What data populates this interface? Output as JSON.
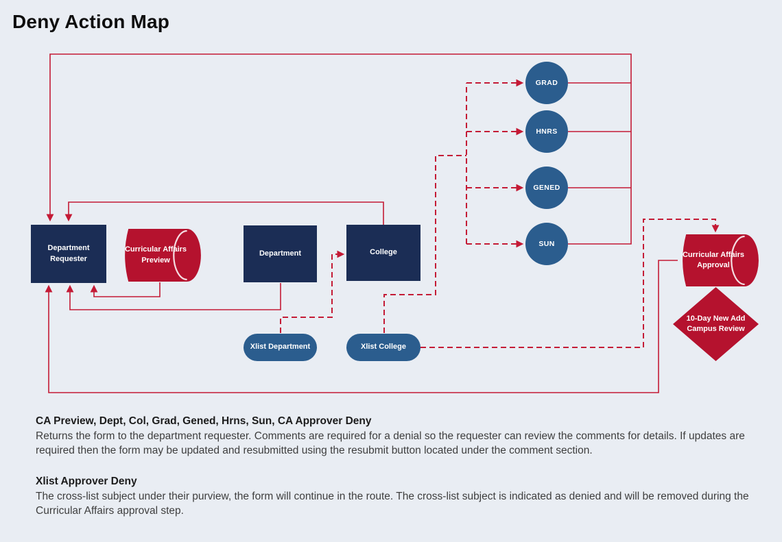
{
  "title": "Deny Action Map",
  "diagram": {
    "nodes": {
      "department_requester": "Department Requester",
      "ca_preview": "Curricular Affairs Preview",
      "department": "Department",
      "college": "College",
      "grad": "GRAD",
      "hnrs": "HNRS",
      "gened": "GENED",
      "sun": "SUN",
      "xlist_department": "Xlist Department",
      "xlist_college": "Xlist College",
      "ca_approval": "Curricular Affairs Approval",
      "campus_review": "10-Day New Add Campus Review"
    },
    "colors": {
      "navy_box": "#1b2d55",
      "steel_blue": "#2b5d8e",
      "crimson_shape": "#b5122e",
      "line_red": "#c41a35",
      "background": "#e9edf3",
      "label_text": "#ffffff"
    },
    "line_styles": {
      "solid": "deny return path",
      "dashed": "route continuation path"
    }
  },
  "notes": [
    {
      "heading": "CA Preview, Dept, Col, Grad, Gened, Hrns, Sun, CA Approver Deny",
      "body": "Returns the form to the department requester. Comments are required for a denial so the requester can review the comments for details. If updates are required then the form may be updated and resubmitted using the resubmit button located under the comment section."
    },
    {
      "heading": "Xlist Approver Deny",
      "body": "The cross-list subject under their purview, the form will continue in the route. The cross-list subject is indicated as denied and will be removed during the Curricular Affairs approval step."
    }
  ]
}
